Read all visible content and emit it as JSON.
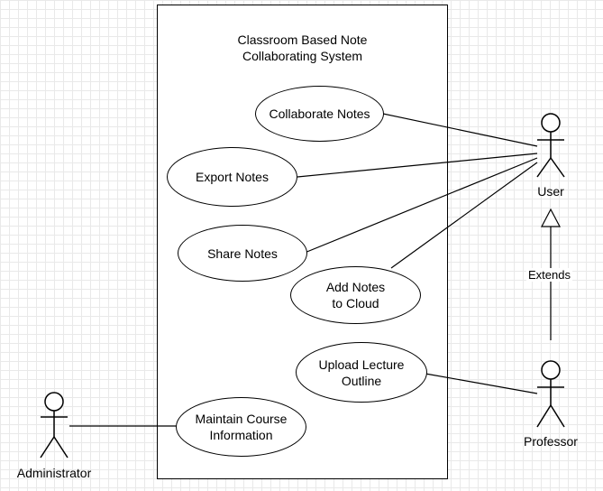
{
  "system": {
    "title": "Classroom Based Note\nCollaborating System"
  },
  "use_cases": {
    "collaborate_notes": "Collaborate Notes",
    "export_notes": "Export Notes",
    "share_notes": "Share Notes",
    "add_notes_cloud": "Add Notes\nto Cloud",
    "upload_lecture_outline": "Upload Lecture\nOutline",
    "maintain_course_info": "Maintain Course\nInformation"
  },
  "actors": {
    "user": "User",
    "professor": "Professor",
    "administrator": "Administrator"
  },
  "relations": {
    "extends_label": "Extends"
  }
}
